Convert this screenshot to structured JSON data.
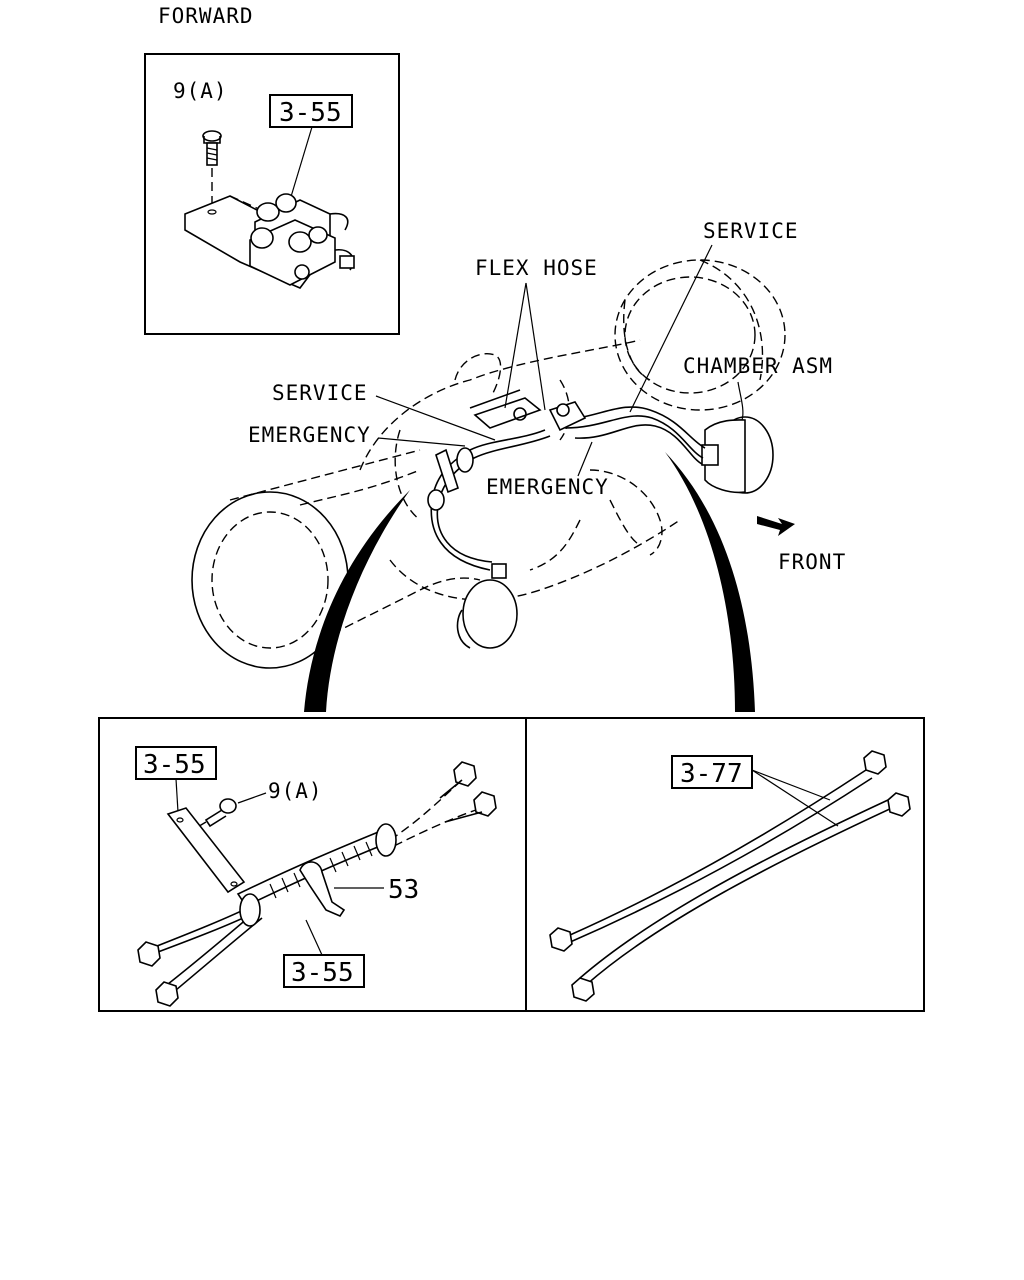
{
  "labels": {
    "forward": "FORWARD",
    "flex_hose": "FLEX HOSE",
    "service_top": "SERVICE",
    "chamber_asm": "CHAMBER ASM",
    "service_left": "SERVICE",
    "emergency_left": "EMERGENCY",
    "emergency_center": "EMERGENCY",
    "front": "FRONT"
  },
  "callouts": {
    "inset_bolt": "9(A)",
    "inset_ref": "3-55",
    "left_panel_ref_top": "3-55",
    "left_panel_bolt": "9(A)",
    "left_panel_clip": "53",
    "left_panel_ref_bottom": "3-55",
    "right_panel_ref": "3-77"
  }
}
